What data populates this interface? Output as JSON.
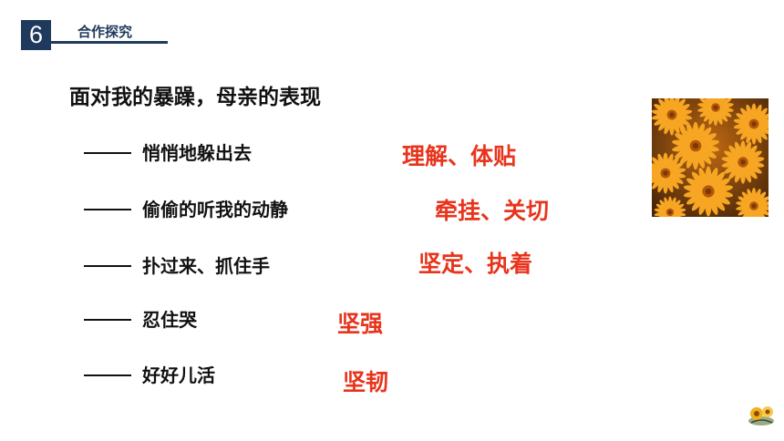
{
  "section": {
    "number": "6",
    "label": "合作探究"
  },
  "heading": "面对我的暴躁，母亲的表现",
  "items": [
    {
      "text": "悄悄地躲出去",
      "answer": "理解、体贴"
    },
    {
      "text": "偷偷的听我的动静",
      "answer": "牵挂、关切"
    },
    {
      "text": "扑过来、抓住手",
      "answer": "坚定、执着"
    },
    {
      "text": "忍住哭",
      "answer": "坚强"
    },
    {
      "text": "好好儿活",
      "answer": "坚韧"
    }
  ],
  "colors": {
    "accent": "#1f3a5c",
    "answer": "#e8341c"
  },
  "icons": {
    "photo": "orange-chrysanthemum-photo",
    "corner": "flower-decoration-icon"
  }
}
